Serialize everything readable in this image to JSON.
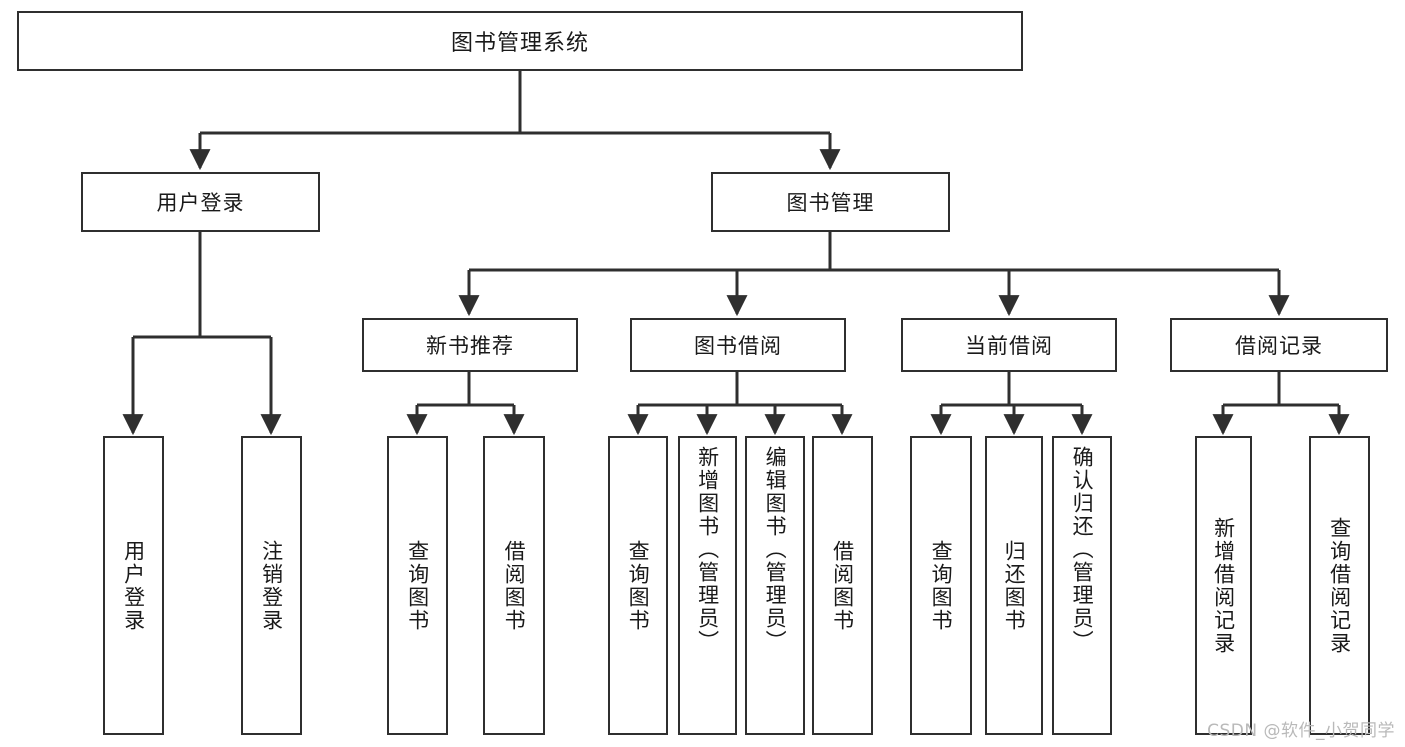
{
  "diagram": {
    "title": "图书管理系统",
    "type": "tree-hierarchy-chart",
    "watermark": "CSDN @软件_小贺同学",
    "colors": {
      "stroke": "#2f2f2f",
      "fill": "#ffffff",
      "text": "#1a1a1a",
      "watermark": "#b9b9b9"
    },
    "root": {
      "label": "图书管理系统"
    },
    "level1": [
      {
        "label": "用户登录"
      },
      {
        "label": "图书管理"
      }
    ],
    "level2": [
      {
        "label": "新书推荐"
      },
      {
        "label": "图书借阅"
      },
      {
        "label": "当前借阅"
      },
      {
        "label": "借阅记录"
      }
    ],
    "leaves": [
      {
        "label": "用户登录",
        "parent": "用户登录"
      },
      {
        "label": "注销登录",
        "parent": "用户登录"
      },
      {
        "label": "查询图书",
        "parent": "新书推荐"
      },
      {
        "label": "借阅图书",
        "parent": "新书推荐"
      },
      {
        "label": "查询图书",
        "parent": "图书借阅"
      },
      {
        "label": "新增图书（管理员）",
        "parent": "图书借阅"
      },
      {
        "label": "编辑图书（管理员）",
        "parent": "图书借阅"
      },
      {
        "label": "借阅图书",
        "parent": "图书借阅"
      },
      {
        "label": "查询图书",
        "parent": "当前借阅"
      },
      {
        "label": "归还图书",
        "parent": "当前借阅"
      },
      {
        "label": "确认归还（管理员）",
        "parent": "当前借阅"
      },
      {
        "label": "新增借阅记录",
        "parent": "借阅记录"
      },
      {
        "label": "查询借阅记录",
        "parent": "借阅记录"
      }
    ]
  }
}
